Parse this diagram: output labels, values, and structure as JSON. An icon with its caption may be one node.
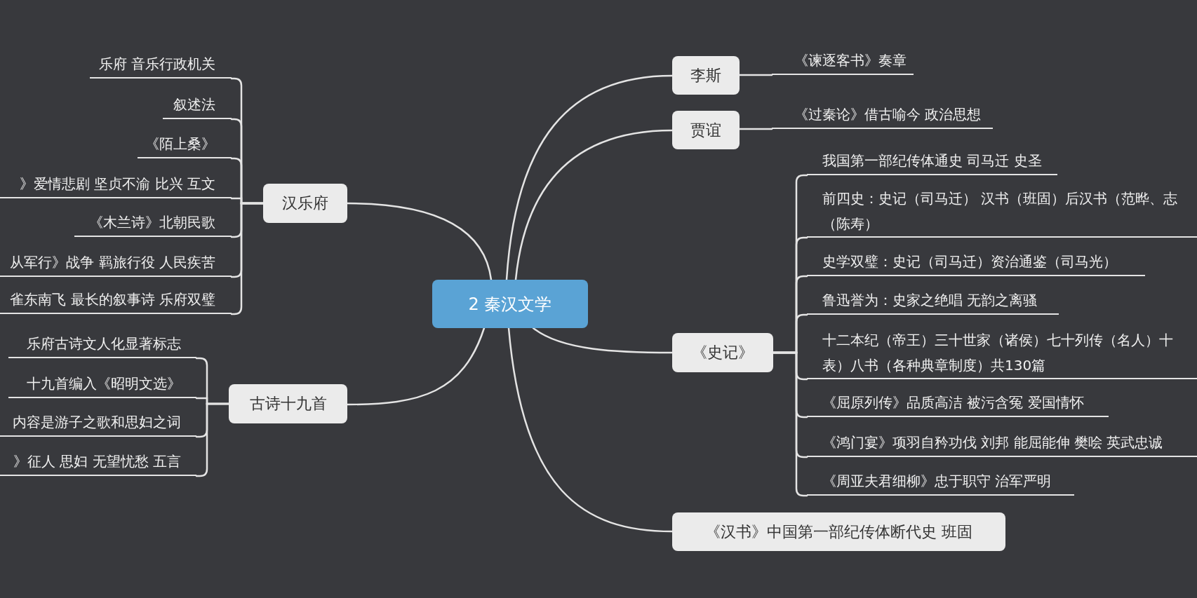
{
  "diagram": {
    "nodes": [
      {
        "text": [
          "2 秦汉文学"
        ]
      },
      {
        "text": [
          "汉乐府"
        ]
      },
      {
        "text": [
          "乐府 音乐行政机关"
        ]
      },
      {
        "text": [
          "叙述法"
        ]
      },
      {
        "text": [
          "《陌上桑》"
        ]
      },
      {
        "text": [
          "》爱情悲剧 坚贞不渝 比兴 互文"
        ]
      },
      {
        "text": [
          "《木兰诗》北朝民歌"
        ]
      },
      {
        "text": [
          "从军行》战争 羁旅行役 人民疾苦"
        ]
      },
      {
        "text": [
          "雀东南飞 最长的叙事诗 乐府双璧"
        ]
      },
      {
        "text": [
          "古诗十九首"
        ]
      },
      {
        "text": [
          "乐府古诗文人化显著标志"
        ]
      },
      {
        "text": [
          "十九首编入《昭明文选》"
        ]
      },
      {
        "text": [
          "内容是游子之歌和思妇之词"
        ]
      },
      {
        "text": [
          "》征人 思妇 无望忧愁 五言"
        ]
      },
      {
        "text": [
          "李斯"
        ]
      },
      {
        "text": [
          "《谏逐客书》奏章"
        ]
      },
      {
        "text": [
          "贾谊"
        ]
      },
      {
        "text": [
          "《过秦论》借古喻今 政治思想"
        ]
      },
      {
        "text": [
          "《史记》"
        ]
      },
      {
        "text": [
          "我国第一部纪传体通史 司马迁 史圣"
        ]
      },
      {
        "text": [
          "前四史：史记（司马迁） 汉书（班固）后汉书（范晔、志（陈寿）"
        ]
      },
      {
        "text": [
          "史学双璧：史记（司马迁）资治通鉴（司马光）"
        ]
      },
      {
        "text": [
          "鲁迅誉为：史家之绝唱 无韵之离骚"
        ]
      },
      {
        "text": [
          "十二本纪（帝王）三十世家（诸侯）七十列传（名人）十表）八书（各种典章制度）共130篇"
        ]
      },
      {
        "text": [
          "《屈原列传》品质高洁 被污含冤 爱国情怀"
        ]
      },
      {
        "text": [
          "《鸿门宴》项羽自矜功伐 刘邦 能屈能伸 樊哙 英武忠诚"
        ]
      },
      {
        "text": [
          "《周亚夫君细柳》忠于职守 治军严明"
        ]
      },
      {
        "text": [
          "《汉书》中国第一部纪传体断代史  班固"
        ]
      }
    ],
    "edges": [
      {
        "from": 0,
        "to": 1,
        "arrow": "none"
      },
      {
        "from": 1,
        "to": 2,
        "arrow": "none"
      },
      {
        "from": 1,
        "to": 3,
        "arrow": "none"
      },
      {
        "from": 1,
        "to": 4,
        "arrow": "none"
      },
      {
        "from": 1,
        "to": 5,
        "arrow": "none"
      },
      {
        "from": 1,
        "to": 6,
        "arrow": "none"
      },
      {
        "from": 1,
        "to": 7,
        "arrow": "none"
      },
      {
        "from": 1,
        "to": 8,
        "arrow": "none"
      },
      {
        "from": 0,
        "to": 9,
        "arrow": "none"
      },
      {
        "from": 9,
        "to": 10,
        "arrow": "none"
      },
      {
        "from": 9,
        "to": 11,
        "arrow": "none"
      },
      {
        "from": 9,
        "to": 12,
        "arrow": "none"
      },
      {
        "from": 9,
        "to": 13,
        "arrow": "none"
      },
      {
        "from": 0,
        "to": 14,
        "arrow": "none"
      },
      {
        "from": 14,
        "to": 15,
        "arrow": "none"
      },
      {
        "from": 0,
        "to": 16,
        "arrow": "none"
      },
      {
        "from": 16,
        "to": 17,
        "arrow": "none"
      },
      {
        "from": 0,
        "to": 18,
        "arrow": "none"
      },
      {
        "from": 18,
        "to": 19,
        "arrow": "none"
      },
      {
        "from": 18,
        "to": 20,
        "arrow": "none"
      },
      {
        "from": 18,
        "to": 21,
        "arrow": "none"
      },
      {
        "from": 18,
        "to": 22,
        "arrow": "none"
      },
      {
        "from": 18,
        "to": 23,
        "arrow": "none"
      },
      {
        "from": 18,
        "to": 24,
        "arrow": "none"
      },
      {
        "from": 18,
        "to": 25,
        "arrow": "none"
      },
      {
        "from": 18,
        "to": 26,
        "arrow": "none"
      },
      {
        "from": 0,
        "to": 27,
        "arrow": "none"
      }
    ]
  }
}
